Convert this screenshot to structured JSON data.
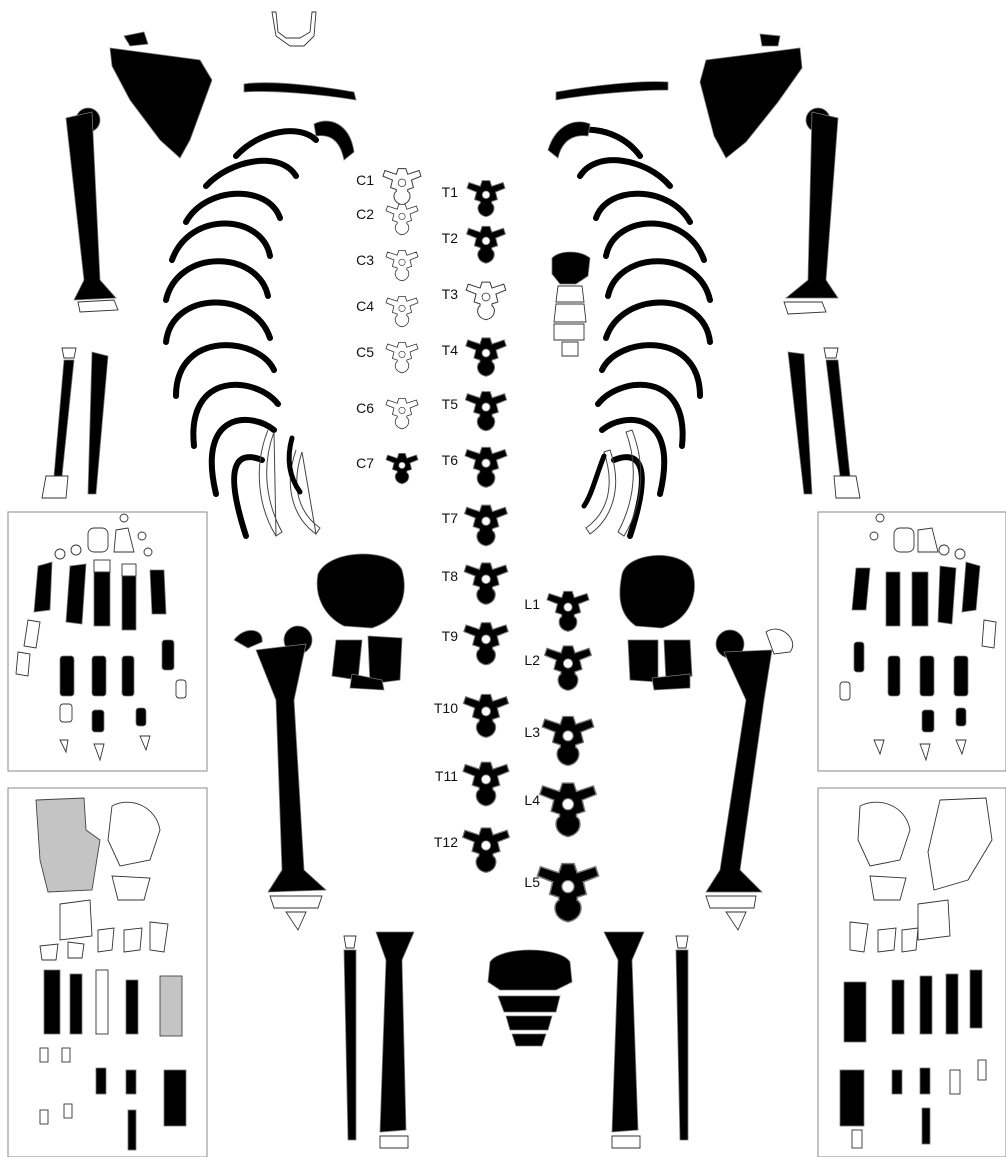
{
  "colors": {
    "present": "#000000",
    "absent": "#ffffff",
    "partial": "#c4c4c4"
  },
  "vertebrae": {
    "cervical": [
      {
        "label": "C1",
        "state": "absent"
      },
      {
        "label": "C2",
        "state": "absent"
      },
      {
        "label": "C3",
        "state": "absent"
      },
      {
        "label": "C4",
        "state": "absent"
      },
      {
        "label": "C5",
        "state": "absent"
      },
      {
        "label": "C6",
        "state": "absent"
      },
      {
        "label": "C7",
        "state": "present"
      }
    ],
    "thoracic": [
      {
        "label": "T1",
        "state": "present"
      },
      {
        "label": "T2",
        "state": "present"
      },
      {
        "label": "T3",
        "state": "absent"
      },
      {
        "label": "T4",
        "state": "present"
      },
      {
        "label": "T5",
        "state": "present"
      },
      {
        "label": "T6",
        "state": "present"
      },
      {
        "label": "T7",
        "state": "present"
      },
      {
        "label": "T8",
        "state": "present"
      },
      {
        "label": "T9",
        "state": "present"
      },
      {
        "label": "T10",
        "state": "present"
      },
      {
        "label": "T11",
        "state": "present"
      },
      {
        "label": "T12",
        "state": "present"
      }
    ],
    "lumbar": [
      {
        "label": "L1",
        "state": "present"
      },
      {
        "label": "L2",
        "state": "present"
      },
      {
        "label": "L3",
        "state": "present"
      },
      {
        "label": "L4",
        "state": "present"
      },
      {
        "label": "L5",
        "state": "present"
      }
    ]
  }
}
